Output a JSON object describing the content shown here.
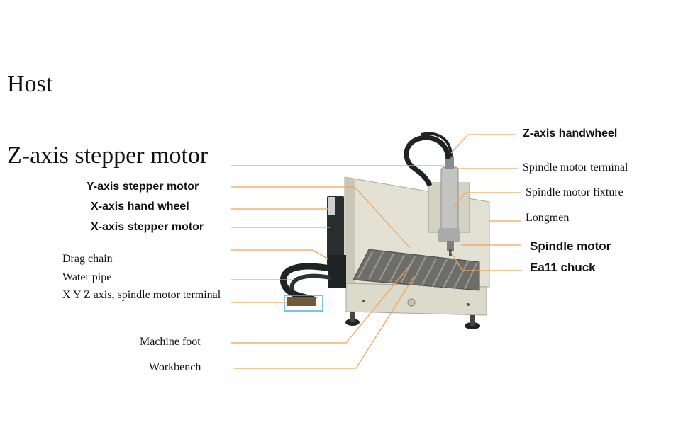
{
  "title": "Host",
  "labels_left": {
    "z_stepper": "Z-axis stepper motor",
    "y_stepper": "Y-axis stepper motor",
    "x_handwheel": "X-axis hand wheel",
    "x_stepper": "X-axis stepper motor",
    "drag_chain": "Drag chain",
    "water_pipe": "Water pipe",
    "xyz_terminal": "X Y Z axis, spindle motor terminal",
    "machine_foot": "Machine foot",
    "workbench": "Workbench"
  },
  "labels_right": {
    "z_handwheel": "Z-axis handwheel",
    "spindle_terminal": "Spindle motor terminal",
    "spindle_fixture": "Spindle motor fixture",
    "longmen": "Longmen",
    "spindle_motor": "Spindle motor",
    "chuck": "Ea11 chuck"
  },
  "colors": {
    "leader_line": "#f0a35a",
    "highlight_box": "#4fb3d9",
    "machine_body": "#dcdacb",
    "machine_shadow": "#b9b7a8",
    "cable": "#1e2326"
  }
}
